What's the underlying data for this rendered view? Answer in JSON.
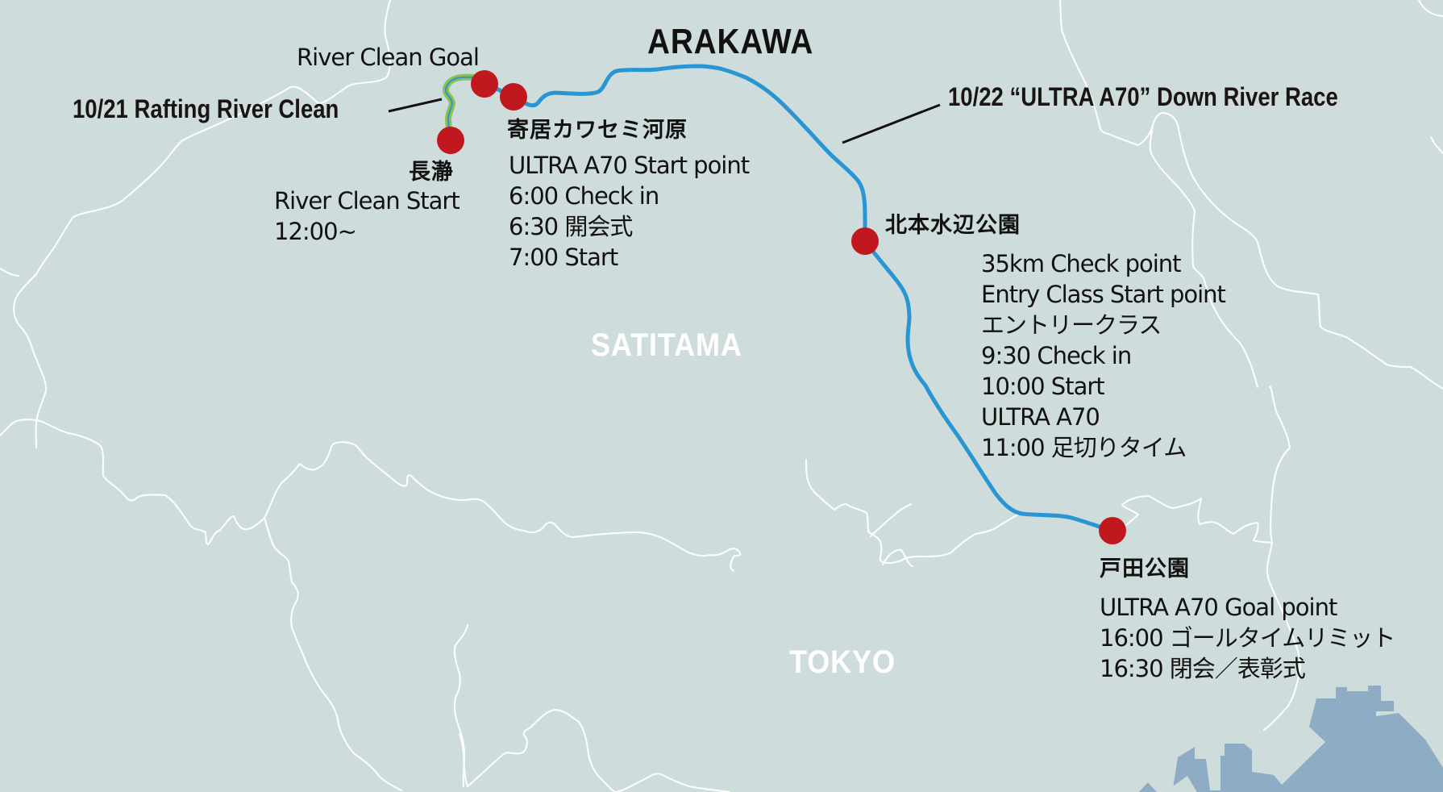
{
  "map": {
    "colors": {
      "land": "#cfdcdc",
      "boundary": "#ffffff",
      "river": "#2a95d3",
      "rafting_route": "#8cc152",
      "marker": "#c1171f",
      "bay": "#8eacc3",
      "text": "#111111"
    },
    "river_name": "ARAKAWA",
    "regions": [
      {
        "name": "SATITAMA"
      },
      {
        "name": "TOKYO"
      }
    ],
    "events": [
      {
        "label": "10/21 Rafting River Clean"
      },
      {
        "label": "10/22 “ULTRA A70”  Down River Race"
      }
    ],
    "points": [
      {
        "id": "river-clean-goal",
        "name": "",
        "lines": [
          "River Clean Goal"
        ]
      },
      {
        "id": "nagatoro",
        "name": "長瀞",
        "lines": [
          "River Clean Start",
          "12:00~"
        ]
      },
      {
        "id": "yorii-kawasemi",
        "name": "寄居カワセミ河原",
        "lines": [
          "ULTRA A70 Start point",
          "6:00 Check in",
          "6:30 開会式",
          "7:00 Start"
        ]
      },
      {
        "id": "kitamoto",
        "name": "北本水辺公園",
        "lines": [
          "35km Check point",
          "Entry Class Start point",
          "エントリークラス",
          "9:30 Check in",
          "10:00 Start",
          "ULTRA A70",
          "11:00 足切りタイム"
        ]
      },
      {
        "id": "toda",
        "name": "戸田公園",
        "lines": [
          "ULTRA A70 Goal point",
          "16:00 ゴールタイムリミット",
          "16:30 閉会／表彰式"
        ]
      }
    ]
  }
}
